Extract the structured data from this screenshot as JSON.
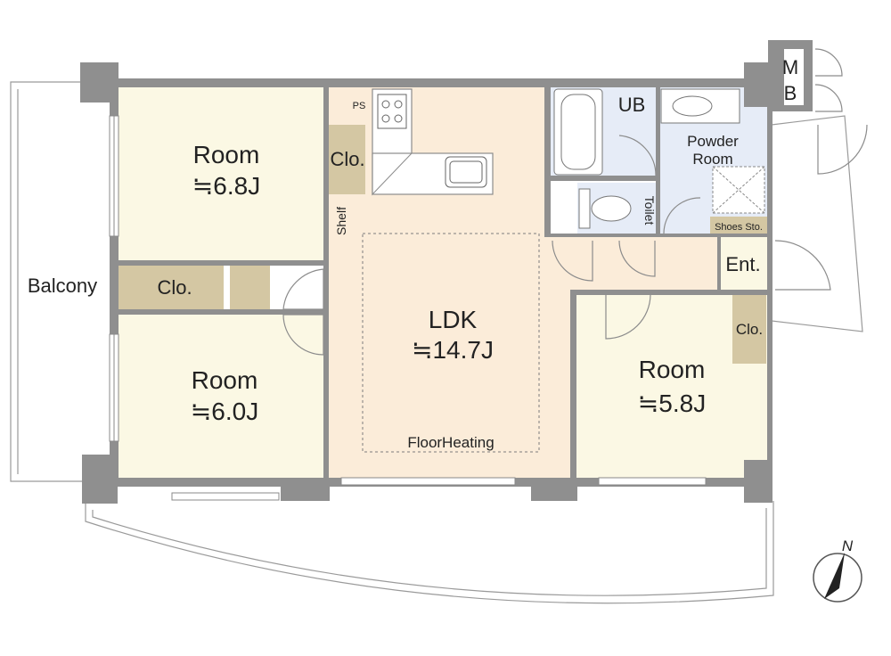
{
  "colors": {
    "room": "#fbf8e4",
    "ldk": "#fbecd9",
    "wet": "#e6ecf7",
    "closet": "#d4c7a3",
    "wall": "#8f8f8f",
    "line": "#9a9a9a",
    "north_fill": "#222222"
  },
  "rooms": {
    "room_nw": {
      "name": "Room",
      "size": "≒6.8J"
    },
    "room_sw": {
      "name": "Room",
      "size": "≒6.0J"
    },
    "ldk": {
      "name": "LDK",
      "size": "≒14.7J",
      "note": "FloorHeating"
    },
    "room_se": {
      "name": "Room",
      "size": "≒5.8J"
    }
  },
  "labels": {
    "balcony": "Balcony",
    "clo_west": "Clo.",
    "clo_kitchen": "Clo.",
    "clo_east": "Clo.",
    "ps": "PS",
    "shelf": "Shelf",
    "ub": "UB",
    "powder_line1": "Powder",
    "powder_line2": "Room",
    "toilet": "Toilet",
    "shoes": "Shoes Sto.",
    "entrance": "Ent.",
    "mb_line1": "M",
    "mb_line2": "B",
    "north": "N"
  },
  "icons": [
    "stove-icon",
    "sink-icon",
    "bathtub-icon",
    "washbasin-icon",
    "toilet-icon",
    "north-arrow-icon"
  ]
}
